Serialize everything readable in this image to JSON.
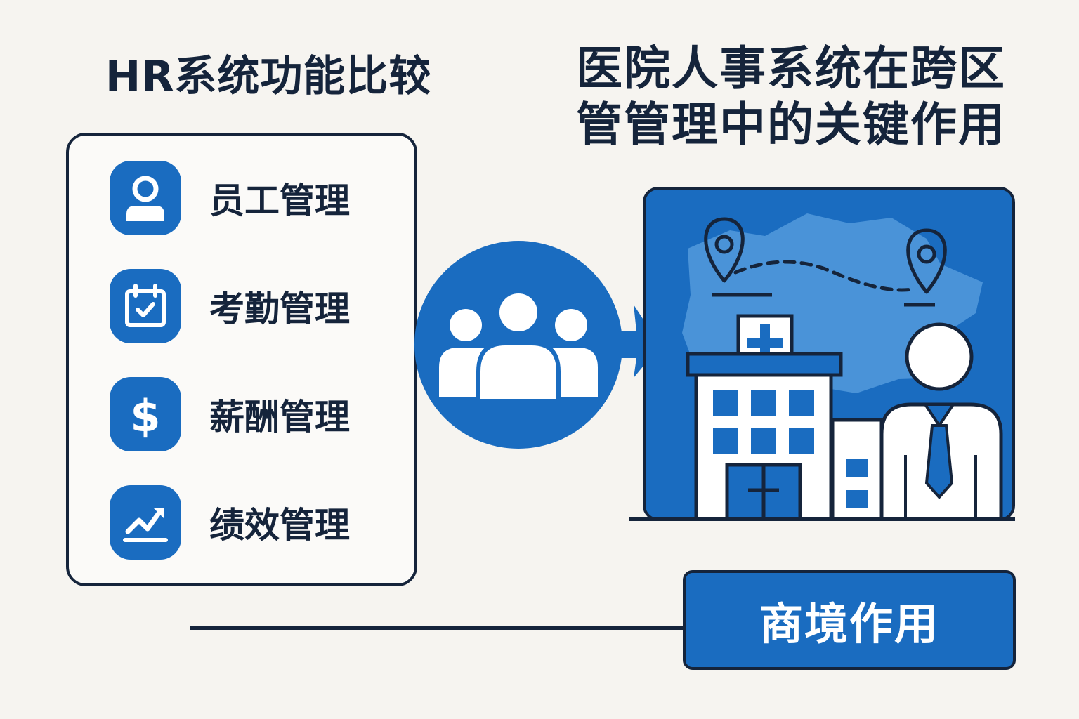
{
  "left_title": "HR系统功能比较",
  "right_title": {
    "line1": "医院人事系统在跨区",
    "line2": "管管理中的关键作用"
  },
  "features": [
    {
      "label": "员工管理",
      "icon": "user-icon"
    },
    {
      "label": "考勤管理",
      "icon": "calendar-check-icon"
    },
    {
      "label": "薪酬管理",
      "icon": "dollar-icon"
    },
    {
      "label": "绩效管理",
      "icon": "chart-up-icon"
    }
  ],
  "hub_icon": "people-group-icon",
  "scene_icons": [
    "map-pin-icon",
    "map-pin-icon",
    "hospital-icon",
    "doctor-icon"
  ],
  "role_button": "商境作用",
  "colors": {
    "primary_blue": "#1a6cc0",
    "dark_navy": "#15243b",
    "background": "#f6f4f0",
    "map_light_blue": "#4a93d8"
  }
}
